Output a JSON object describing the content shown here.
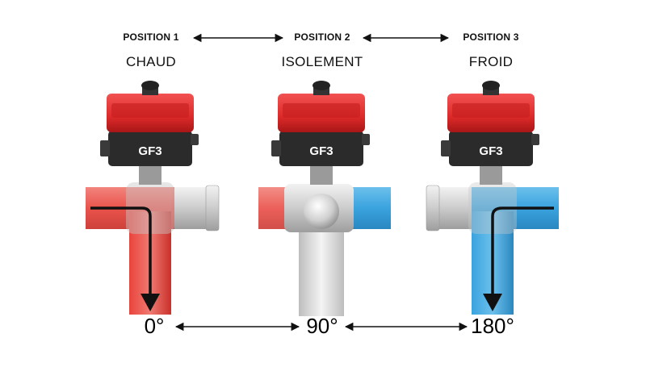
{
  "positions": [
    {
      "label": "POSITION 1",
      "mode": "CHAUD",
      "badge": "GF3",
      "angle": "0°"
    },
    {
      "label": "POSITION 2",
      "mode": "ISOLEMENT",
      "badge": "GF3",
      "angle": "90°"
    },
    {
      "label": "POSITION 3",
      "mode": "FROID",
      "badge": "GF3",
      "angle": "180°"
    }
  ],
  "colors": {
    "hot": "#e8443c",
    "cold": "#3aa3de",
    "actuator": "#dd2a2a",
    "actuator_base": "#2b2b2b",
    "pipe_grey": "#c9c9c9",
    "isolated": "#eeeeee"
  }
}
